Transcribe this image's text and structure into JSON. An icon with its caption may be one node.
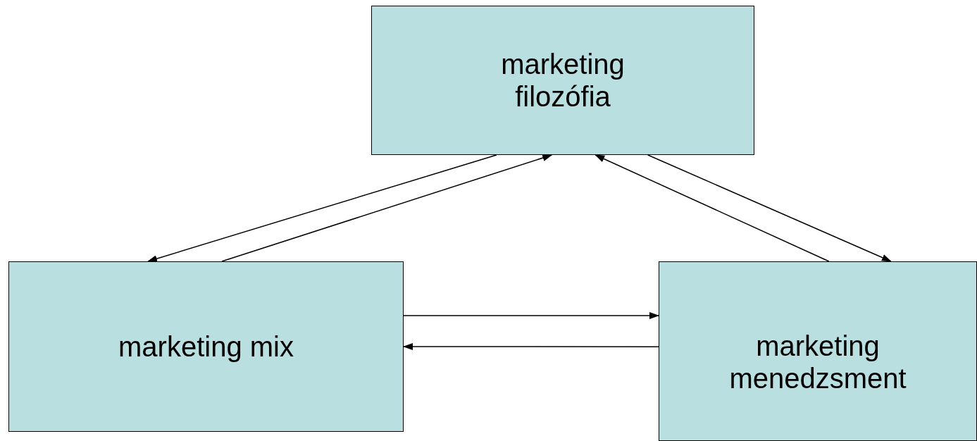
{
  "diagram": {
    "nodes": [
      {
        "text": [
          "marketing filozófia"
        ]
      },
      {
        "text": [
          "marketing mix"
        ]
      },
      {
        "text": [
          "marketing menedzsment"
        ]
      }
    ],
    "edges": [
      {
        "from": 0,
        "to": 1,
        "arrow": "to"
      },
      {
        "from": 1,
        "to": 0,
        "arrow": "to"
      },
      {
        "from": 2,
        "to": 0,
        "arrow": "to"
      },
      {
        "from": 0,
        "to": 2,
        "arrow": "to"
      },
      {
        "from": 1,
        "to": 2,
        "arrow": "to"
      },
      {
        "from": 2,
        "to": 1,
        "arrow": "to"
      }
    ]
  }
}
